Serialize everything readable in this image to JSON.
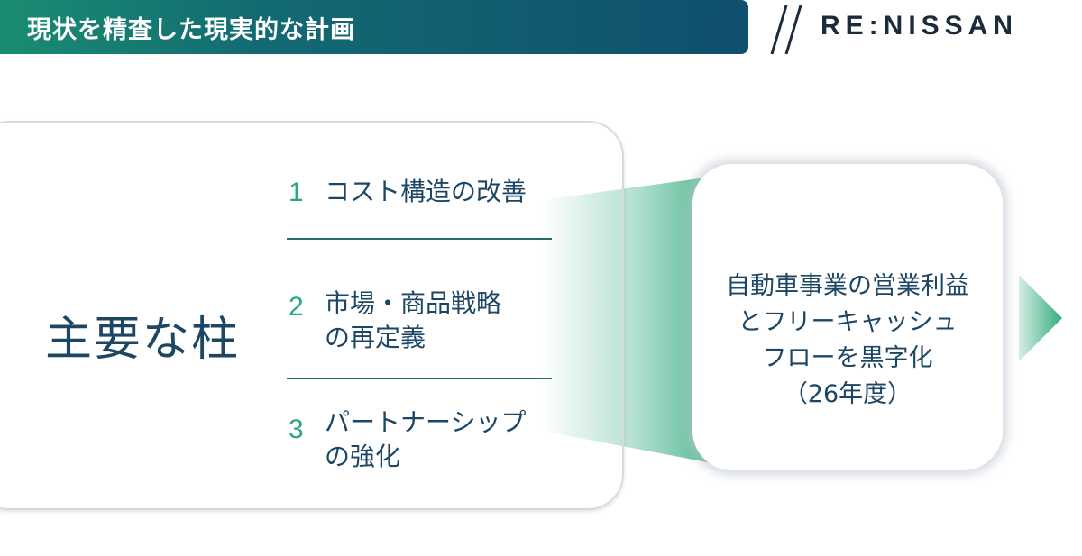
{
  "header": {
    "title": "現状を精査した現実的な計画",
    "logo": "RE:NISSAN"
  },
  "left_panel": {
    "label": "主要な柱",
    "items": [
      {
        "number": "1",
        "lines": [
          "コスト構造の改善"
        ]
      },
      {
        "number": "2",
        "lines": [
          "市場・商品戦略",
          "の再定義"
        ]
      },
      {
        "number": "3",
        "lines": [
          "パートナーシップ",
          "の強化"
        ]
      }
    ]
  },
  "result": {
    "lines": [
      "自動車事業の営業利益",
      "とフリーキャッシュ",
      "フローを黒字化",
      "（26年度）"
    ]
  },
  "colors": {
    "accent_green": "#2aa878",
    "navy_text": "#1c4664",
    "header_gradient_start": "#1a8c72",
    "header_gradient_end": "#0f4f6e"
  }
}
